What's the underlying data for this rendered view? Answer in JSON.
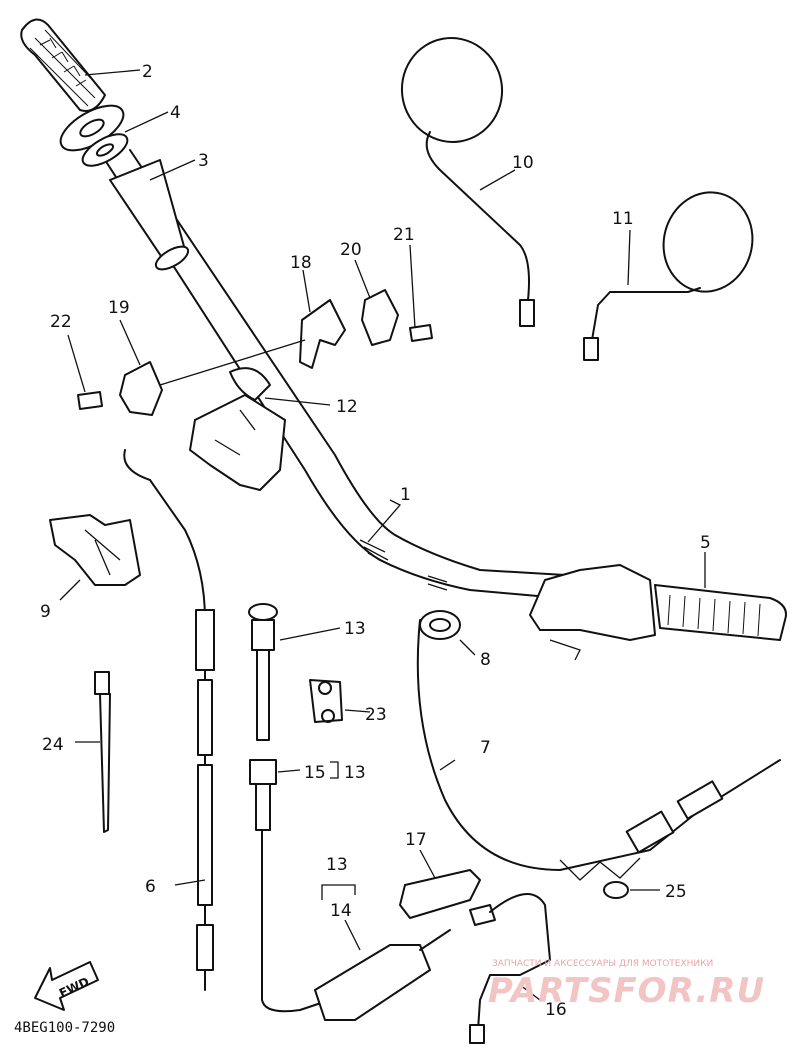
{
  "diagram": {
    "part_code": "4BEG100-7290",
    "direction_label": "FWD",
    "callouts": {
      "c1": "1",
      "c2": "2",
      "c3": "3",
      "c4": "4",
      "c5": "5",
      "c6": "6",
      "c7": "7",
      "c8": "8",
      "c9": "9",
      "c10": "10",
      "c11": "11",
      "c12": "12",
      "c13a": "13",
      "c13b": "13",
      "c13c": "13",
      "c14": "14",
      "c15": "15",
      "c16": "16",
      "c17": "17",
      "c18": "18",
      "c19": "19",
      "c20": "20",
      "c21": "21",
      "c22": "22",
      "c23": "23",
      "c24": "24",
      "c25": "25"
    }
  },
  "watermark": {
    "tagline": "ЗАПЧАСТИ И АКСЕССУАРЫ ДЛЯ МОТОТЕХНИКИ",
    "site": "PARTSFOR.RU"
  }
}
